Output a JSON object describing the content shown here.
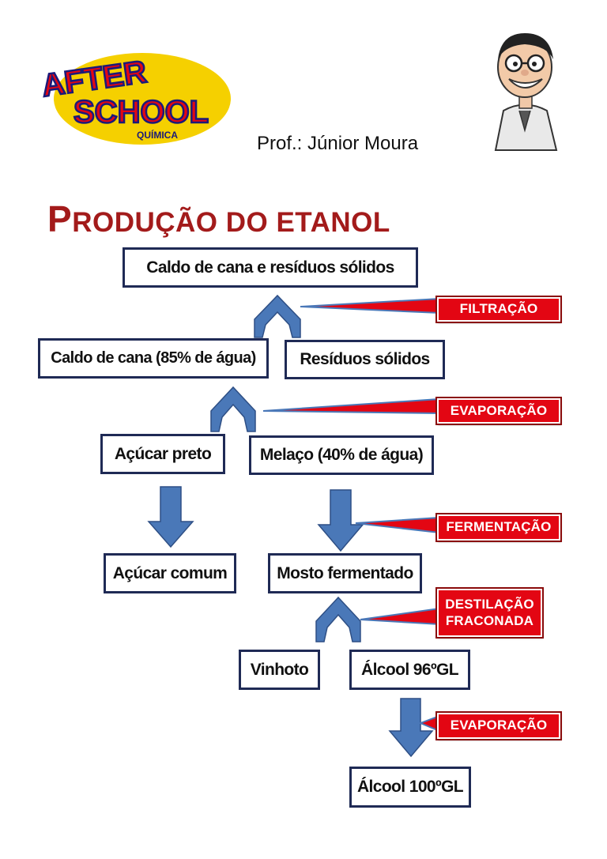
{
  "header": {
    "logo_line1": "AFTER",
    "logo_line2": "SCHOOL",
    "logo_line3": "QUÍMICA",
    "professor": "Prof.: Júnior Moura"
  },
  "title": {
    "first_letter": "P",
    "rest": "RODUÇÃO DO ETANOL"
  },
  "nodes": {
    "caldo_residuos": "Caldo de cana e resíduos sólidos",
    "caldo_cana": "Caldo de cana (85% de água)",
    "residuos": "Resíduos sólidos",
    "acucar_preto": "Açúcar preto",
    "melaco": "Melaço (40% de água)",
    "acucar_comum": "Açúcar comum",
    "mosto": "Mosto fermentado",
    "vinhoto": "Vinhoto",
    "alcool96": "Álcool 96ºGL",
    "alcool100": "Álcool 100ºGL"
  },
  "processes": {
    "filtracao": "FILTRAÇÃO",
    "evaporacao1": "EVAPORAÇÃO",
    "fermentacao": "FERMENTAÇÃO",
    "destilacao_l1": "DESTILAÇÃO",
    "destilacao_l2": "FRACONADA",
    "evaporacao2": "EVAPORAÇÃO"
  },
  "colors": {
    "arrow": "#4a78b8",
    "arrow_stroke": "#2e4f85",
    "box_border": "#1f2a55",
    "tag": "#e30613",
    "title": "#a31b1b"
  }
}
